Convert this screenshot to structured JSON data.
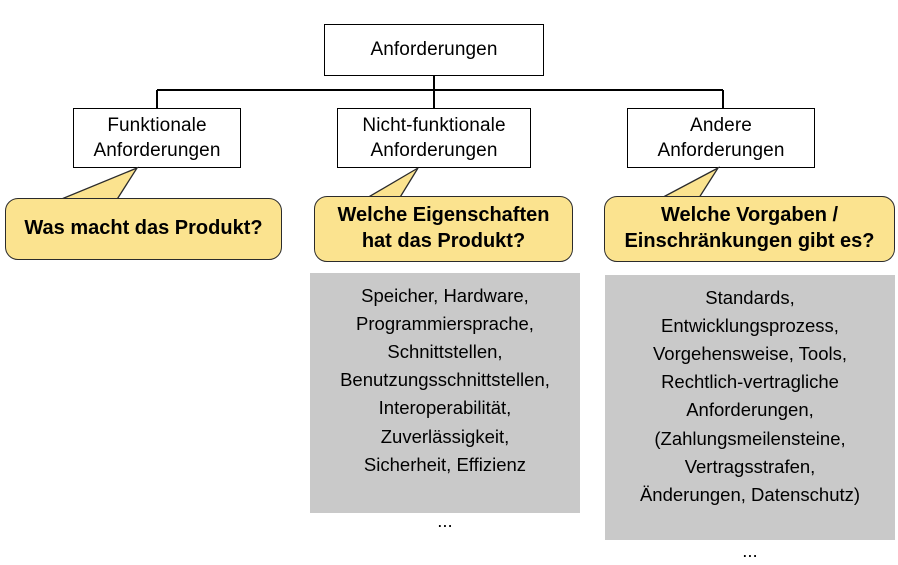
{
  "diagram": {
    "title": "Anforderungen",
    "root": {
      "label": "Anforderungen"
    },
    "branches": [
      {
        "key": "funktionale",
        "node_label": "Funktionale\nAnforderungen",
        "callout_label": "Was macht das Produkt?",
        "panel_label": null
      },
      {
        "key": "nicht-funktionale",
        "node_label": "Nicht-funktionale\nAnforderungen",
        "callout_label": "Welche Eigenschaften\nhat das Produkt?",
        "panel_label": "Speicher, Hardware,\nProgrammiersprache,\nSchnittstellen,\nBenutzungsschnittstellen,\nInteroperabilität,\nZuverlässigkeit,\nSicherheit, Effizienz\n\n..."
      },
      {
        "key": "andere",
        "node_label": "Andere\nAnforderungen",
        "callout_label": "Welche Vorgaben /\nEinschränkungen gibt es?",
        "panel_label": "Standards,\nEntwicklungsprozess,\nVorgehensweise, Tools,\nRechtlich-vertragliche\nAnforderungen,\n(Zahlungsmeilensteine,\nVertragsstrafen,\nÄnderungen, Datenschutz)\n\n..."
      }
    ],
    "colors": {
      "background": "#ffffff",
      "node_fill": "#ffffff",
      "node_stroke": "#000000",
      "callout_fill": "#fbe38f",
      "callout_stroke": "#2b2b2b",
      "panel_fill": "#c9c9c9",
      "connector": "#000000",
      "text": "#000000"
    }
  }
}
